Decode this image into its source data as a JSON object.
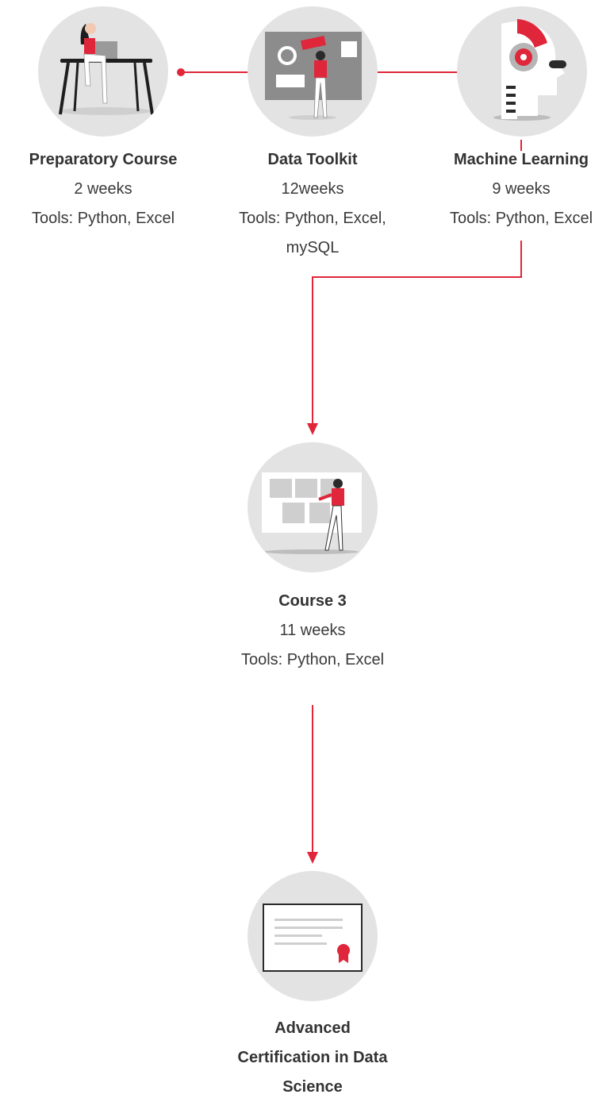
{
  "theme": {
    "accent": "#e0263a",
    "circle": "#e3e3e3"
  },
  "steps": [
    {
      "title": "Preparatory Course",
      "duration": "2 weeks",
      "tools": "Tools: Python, Excel",
      "icon": "person-at-desk-icon"
    },
    {
      "title": "Data Toolkit",
      "duration": "12weeks",
      "tools": "Tools: Python, Excel,",
      "tools2": "mySQL",
      "icon": "person-at-dashboard-board-icon"
    },
    {
      "title": "Machine Learning",
      "duration": "9 weeks",
      "tools": "Tools: Python, Excel",
      "icon": "robot-head-icon"
    },
    {
      "title": "Course 3",
      "duration": "11 weeks",
      "tools": "Tools: Python, Excel",
      "icon": "person-at-whiteboard-icon"
    },
    {
      "title": "Advanced",
      "title2": "Certification in Data",
      "title3": "Science",
      "icon": "certificate-icon"
    }
  ]
}
